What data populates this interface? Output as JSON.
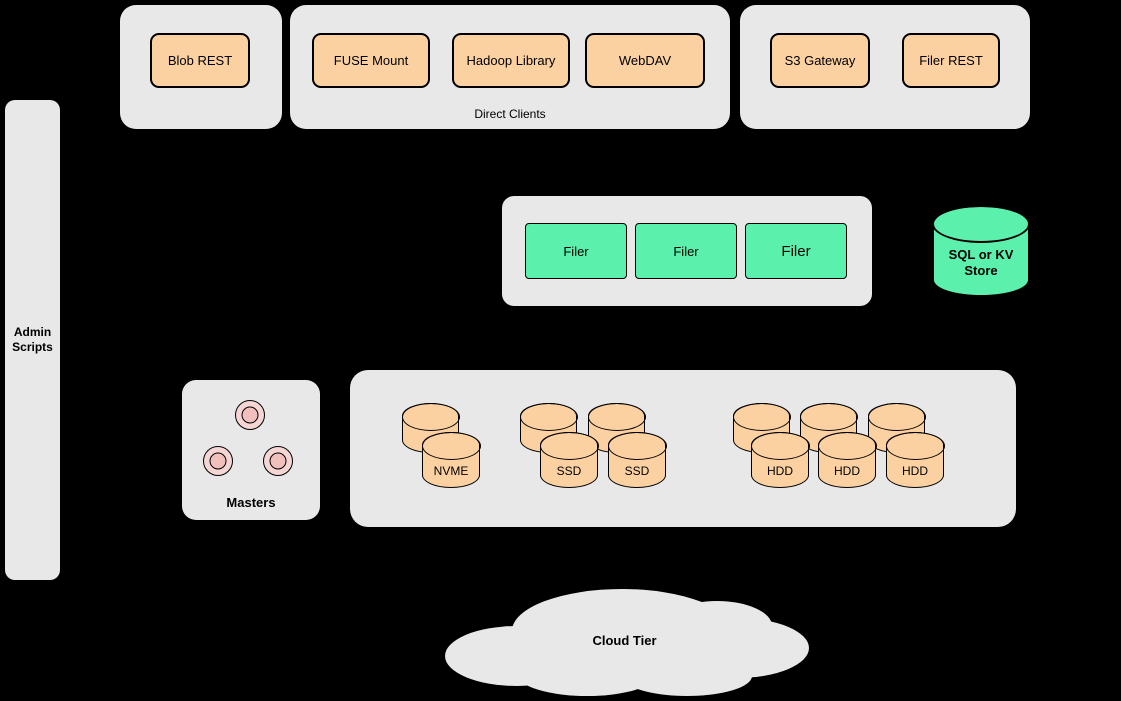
{
  "colors": {
    "background": "#000000",
    "panel_gray": "#e8e8e8",
    "node_orange": "#fbd1a2",
    "node_green": "#5bf1ad",
    "master_pink_outer": "#f6d6d4",
    "master_pink_inner": "#f1bfbc",
    "border": "#000000"
  },
  "top_row": {
    "blob_group": {
      "nodes": [
        {
          "label": "Blob REST"
        }
      ]
    },
    "clients_group": {
      "caption": "Direct Clients",
      "nodes": [
        {
          "label": "FUSE Mount"
        },
        {
          "label": "Hadoop Library"
        },
        {
          "label": "WebDAV"
        }
      ]
    },
    "gateway_group": {
      "nodes": [
        {
          "label": "S3 Gateway"
        },
        {
          "label": "Filer REST"
        }
      ]
    }
  },
  "admin_panel": {
    "line1": "Admin",
    "line2": "Scripts"
  },
  "filer_group": {
    "nodes": [
      {
        "label": "Filer"
      },
      {
        "label": "Filer"
      },
      {
        "label": "Filer"
      }
    ]
  },
  "kv_store": {
    "line1": "SQL or KV",
    "line2": "Store"
  },
  "masters_group": {
    "caption": "Masters"
  },
  "volume_group": {
    "nvme": {
      "front_labels": [
        "NVME"
      ]
    },
    "ssd": {
      "front_labels": [
        "SSD",
        "SSD"
      ]
    },
    "hdd": {
      "front_labels": [
        "HDD",
        "HDD",
        "HDD"
      ]
    }
  },
  "cloud": {
    "caption": "Cloud Tier"
  }
}
